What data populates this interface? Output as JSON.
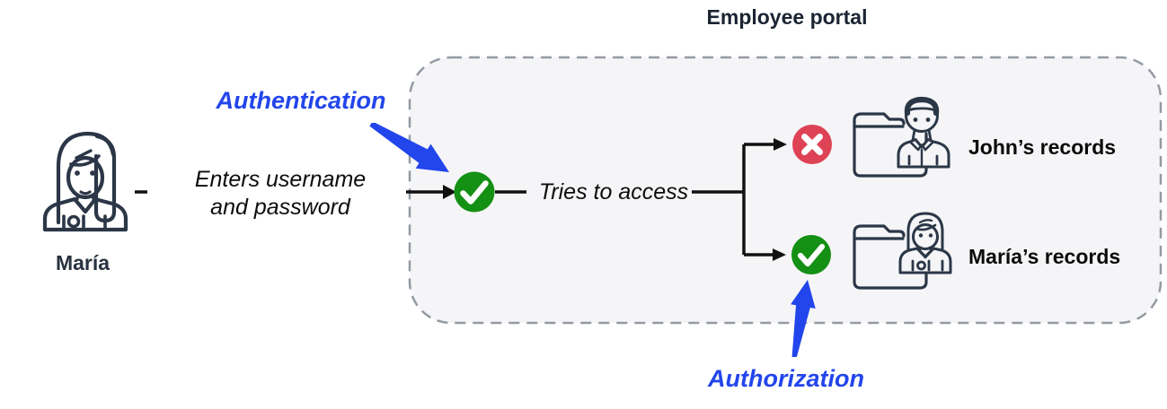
{
  "portal": {
    "title": "Employee portal",
    "records": [
      {
        "label": "John’s records",
        "access": "denied",
        "status_icon": "x-circle-icon"
      },
      {
        "label": "María’s records",
        "access": "allowed",
        "status_icon": "check-circle-icon"
      }
    ]
  },
  "actor": {
    "name": "María",
    "icon": "woman-user-icon"
  },
  "flow": {
    "action_note": {
      "line1": "Enters username",
      "line2": "and password"
    },
    "authentication_check_icon": "check-circle-icon",
    "tries_label": "Tries to access"
  },
  "annotations": {
    "authentication": "Authentication",
    "authorization": "Authorization"
  },
  "colors": {
    "green": "#149014",
    "red": "#de4255",
    "blue": "#2245ec",
    "icon_outline": "#2b3747",
    "panel_fill": "#f5f5f7",
    "panel_border": "#949aa4"
  }
}
